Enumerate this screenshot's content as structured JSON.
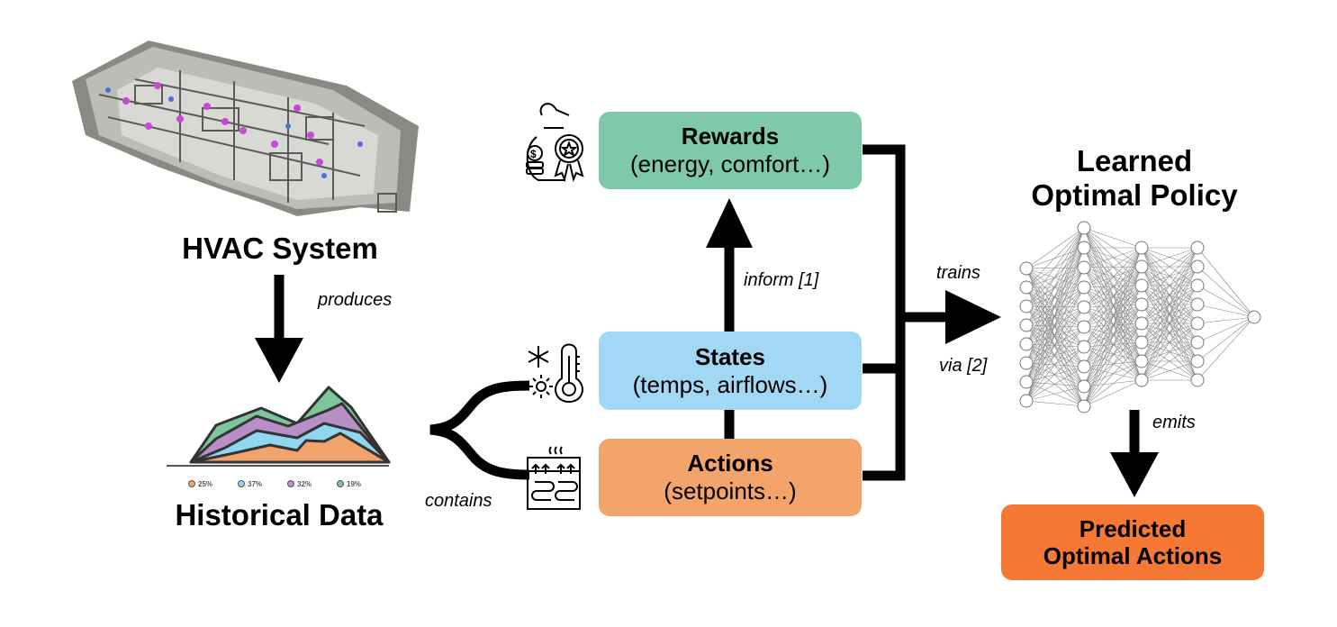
{
  "hvac": {
    "title": "HVAC System"
  },
  "historical": {
    "title": "Historical Data",
    "legend": [
      {
        "label": "25%",
        "color": "#f2a26b"
      },
      {
        "label": "37%",
        "color": "#8fd6ee"
      },
      {
        "label": "32%",
        "color": "#b78fc7"
      },
      {
        "label": "19%",
        "color": "#7cc79a"
      }
    ]
  },
  "rewards": {
    "title": "Rewards",
    "subtitle": "(energy, comfort…)",
    "color": "#7dc9aa"
  },
  "states": {
    "title": "States",
    "subtitle": "(temps, airflows…)",
    "color": "#a3d8f4"
  },
  "actions": {
    "title": "Actions",
    "subtitle": "(setpoints…)",
    "color": "#f3a46b"
  },
  "policy": {
    "title_line1": "Learned",
    "title_line2": "Optimal Policy"
  },
  "predicted": {
    "line1": "Predicted",
    "line2": "Optimal Actions",
    "color": "#f57934"
  },
  "edges": {
    "produces": "produces",
    "contains": "contains",
    "inform": "inform [1]",
    "trains": "trains",
    "via": "via [2]",
    "emits": "emits"
  },
  "icons": {
    "rewards": "money-bag-award-icon",
    "states": "snowflake-sun-thermometer-icon",
    "actions": "radiator-heating-icon"
  }
}
